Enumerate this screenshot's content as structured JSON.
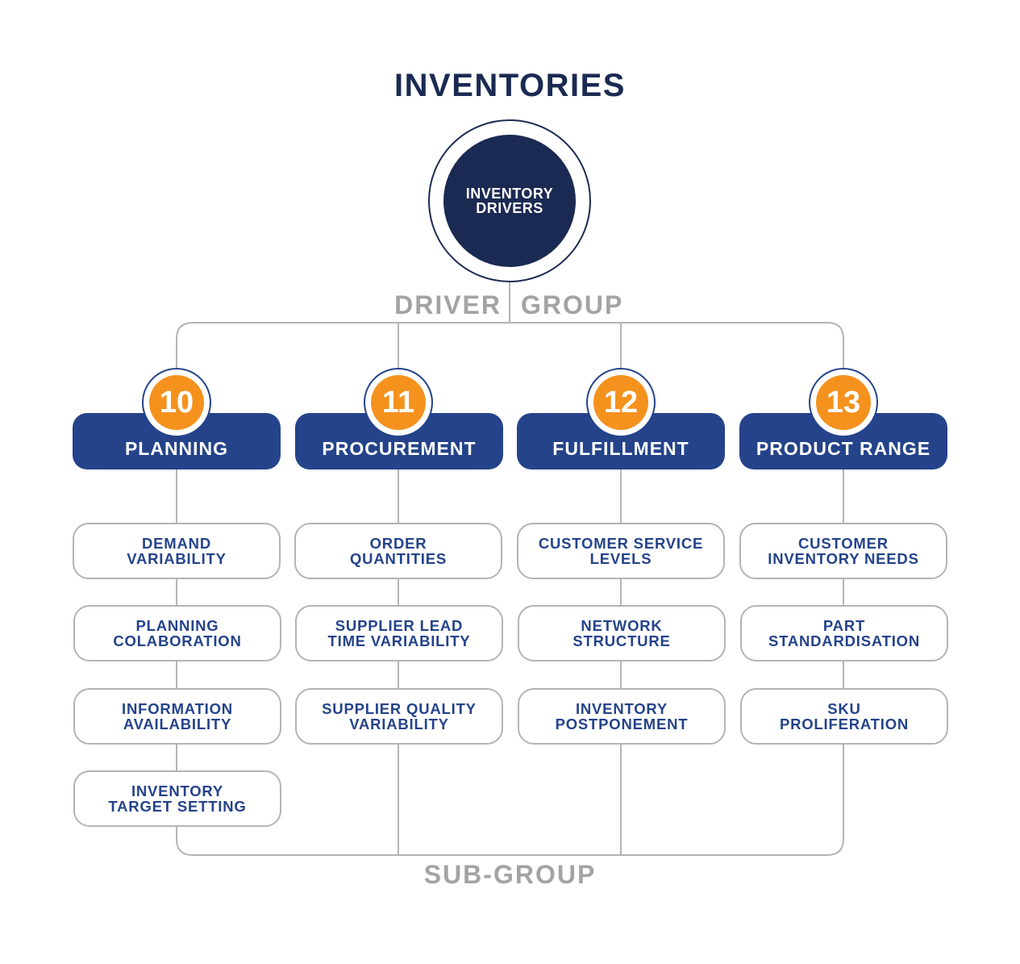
{
  "title": "INVENTORIES",
  "hub": {
    "label": "INVENTORY\nDRIVERS"
  },
  "driver_label_left": "DRIVER",
  "driver_label_right": "GROUP",
  "sub_label": "SUB-GROUP",
  "colors": {
    "navy": "#1b2a52",
    "group_blue": "#24438a",
    "orange": "#f5921e",
    "gray_line": "#b4b4b4",
    "gray_text": "#a3a3a3"
  },
  "groups": [
    {
      "number": "10",
      "label": "PLANNING",
      "subgroups": [
        "DEMAND\nVARIABILITY",
        "PLANNING\nCOLABORATION",
        "INFORMATION\nAVAILABILITY",
        "INVENTORY\nTARGET SETTING"
      ]
    },
    {
      "number": "11",
      "label": "PROCUREMENT",
      "subgroups": [
        "ORDER\nQUANTITIES",
        "SUPPLIER LEAD\nTIME VARIABILITY",
        "SUPPLIER QUALITY\nVARIABILITY"
      ]
    },
    {
      "number": "12",
      "label": "FULFILLMENT",
      "subgroups": [
        "CUSTOMER SERVICE\nLEVELS",
        "NETWORK\nSTRUCTURE",
        "INVENTORY\nPOSTPONEMENT"
      ]
    },
    {
      "number": "13",
      "label": "PRODUCT RANGE",
      "subgroups": [
        "CUSTOMER\nINVENTORY NEEDS",
        "PART\nSTANDARDISATION",
        "SKU\nPROLIFERATION"
      ]
    }
  ]
}
